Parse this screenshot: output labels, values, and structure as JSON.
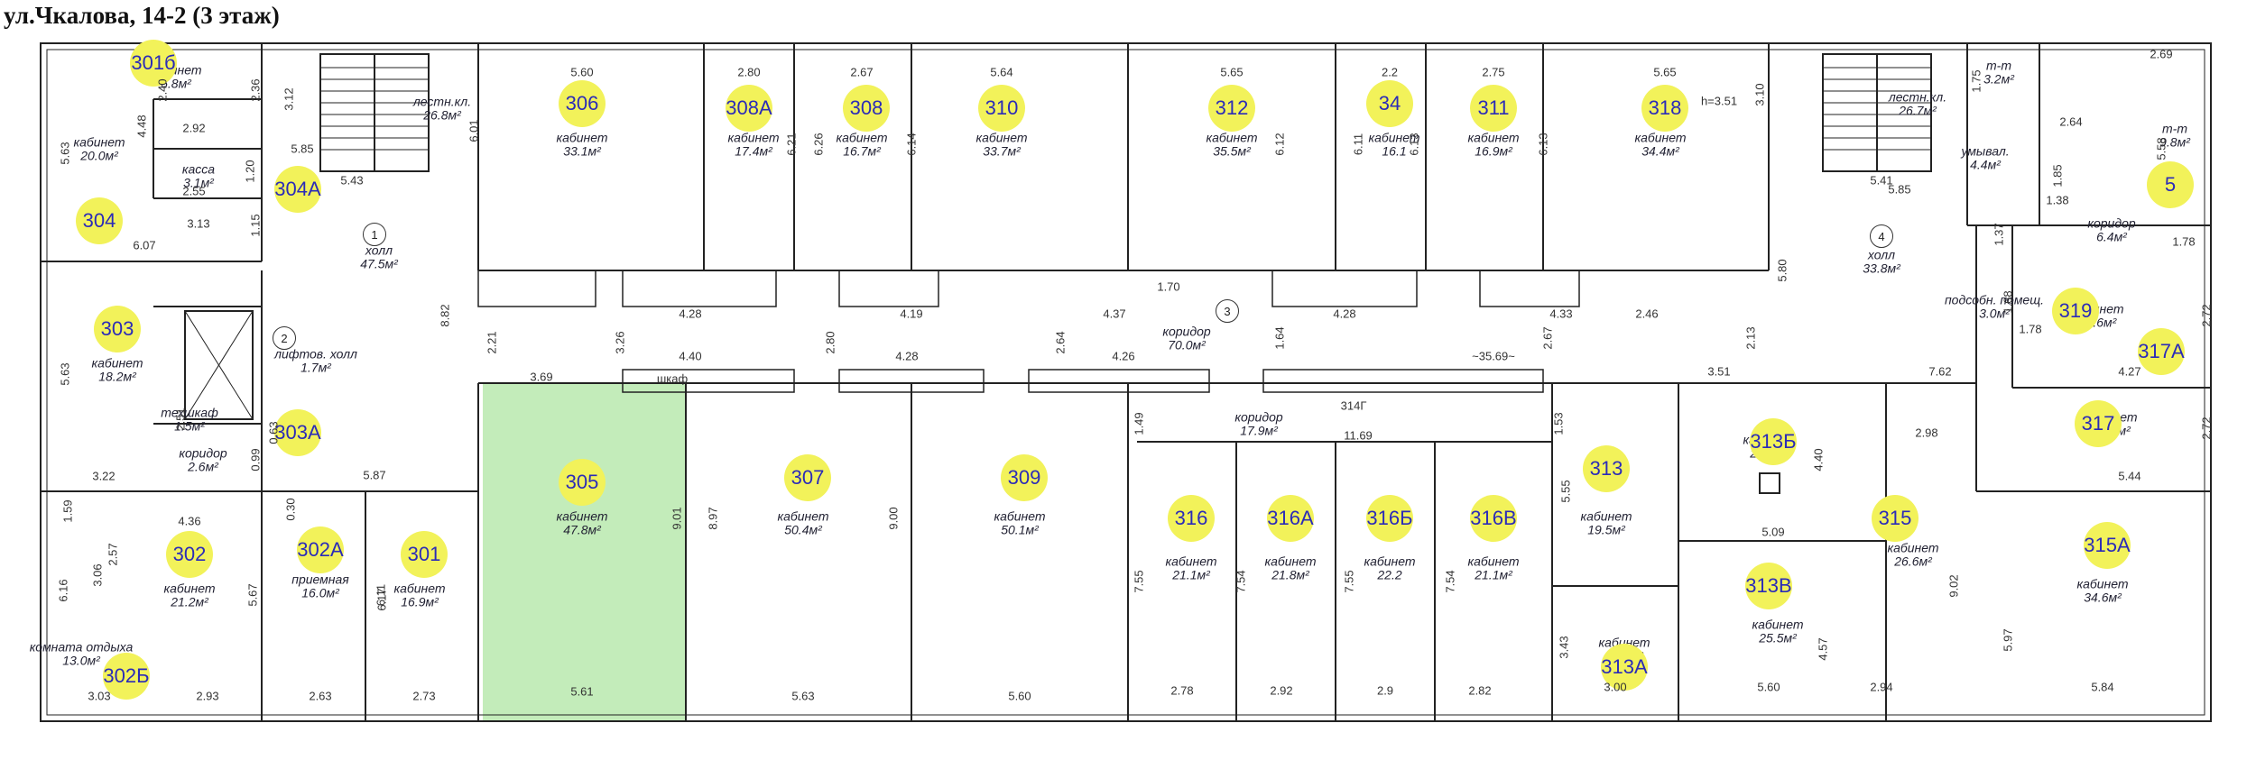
{
  "title": "ул.Чкалова, 14-2 (3 этаж)",
  "rooms": [
    {
      "id": "301b",
      "badge": "301б",
      "name": "кабинет",
      "area": "6.8м²",
      "highlight": false
    },
    {
      "id": "304",
      "badge": "304",
      "name": "кабинет",
      "area": "20.0м²",
      "highlight": false
    },
    {
      "id": "kassa",
      "badge": "",
      "name": "касса",
      "area": "3.1м²",
      "highlight": false
    },
    {
      "id": "304a",
      "badge": "304А",
      "name": "",
      "area": "",
      "highlight": false
    },
    {
      "id": "stair-left",
      "badge": "",
      "name": "лестн.кл.",
      "area": "26.8м²",
      "highlight": false
    },
    {
      "id": "hall1",
      "badge": "",
      "name": "холл",
      "area": "47.5м²",
      "highlight": false
    },
    {
      "id": "306",
      "badge": "306",
      "name": "кабинет",
      "area": "33.1м²",
      "highlight": false
    },
    {
      "id": "308a",
      "badge": "308А",
      "name": "кабинет",
      "area": "17.4м²",
      "highlight": false
    },
    {
      "id": "308",
      "badge": "308",
      "name": "кабинет",
      "area": "16.7м²",
      "highlight": false
    },
    {
      "id": "310",
      "badge": "310",
      "name": "кабинет",
      "area": "33.7м²",
      "highlight": false
    },
    {
      "id": "312",
      "badge": "312",
      "name": "кабинет",
      "area": "35.5м²",
      "highlight": false
    },
    {
      "id": "34",
      "badge": "34",
      "name": "кабинет",
      "area": "16.1",
      "highlight": false
    },
    {
      "id": "311",
      "badge": "311",
      "name": "кабинет",
      "area": "16.9м²",
      "highlight": false
    },
    {
      "id": "318",
      "badge": "318",
      "name": "кабинет",
      "area": "34.4м²",
      "highlight": false
    },
    {
      "id": "stair-right",
      "badge": "",
      "name": "лестн.кл.",
      "area": "26.7м²",
      "highlight": false
    },
    {
      "id": "wc1",
      "badge": "",
      "name": "т-т",
      "area": "3.2м²",
      "highlight": false
    },
    {
      "id": "wc2",
      "badge": "",
      "name": "т-т",
      "area": "9.8м²",
      "highlight": false
    },
    {
      "id": "umyval",
      "badge": "",
      "name": "умывал.",
      "area": "4.4м²",
      "highlight": false
    },
    {
      "id": "5",
      "badge": "5",
      "name": "",
      "area": "",
      "highlight": false
    },
    {
      "id": "hall4",
      "badge": "",
      "name": "холл",
      "area": "33.8м²",
      "highlight": false
    },
    {
      "id": "corr-right",
      "badge": "",
      "name": "коридор",
      "area": "6.4м²",
      "highlight": false
    },
    {
      "id": "podsob",
      "badge": "",
      "name": "подсобн. помещ.",
      "area": "3.0м²",
      "highlight": false
    },
    {
      "id": "319",
      "badge": "319",
      "name": "кабинет",
      "area": "11.6м²",
      "highlight": false
    },
    {
      "id": "317a",
      "badge": "317А",
      "name": "",
      "area": "",
      "highlight": false
    },
    {
      "id": "303",
      "badge": "303",
      "name": "кабинет",
      "area": "18.2м²",
      "highlight": false
    },
    {
      "id": "lift-hall",
      "badge": "",
      "name": "лифтов. холл",
      "area": "1.7м²",
      "highlight": false
    },
    {
      "id": "tehshkaf",
      "badge": "",
      "name": "техшкаф",
      "area": "1.5м²",
      "highlight": false
    },
    {
      "id": "303a",
      "badge": "303А",
      "name": "",
      "area": "",
      "highlight": false
    },
    {
      "id": "corr-small",
      "badge": "",
      "name": "коридор",
      "area": "2.6м²",
      "highlight": false
    },
    {
      "id": "corr3",
      "badge": "",
      "name": "коридор",
      "area": "70.0м²",
      "highlight": false
    },
    {
      "id": "302",
      "badge": "302",
      "name": "кабинет",
      "area": "21.2м²",
      "highlight": false
    },
    {
      "id": "302b",
      "badge": "302Б",
      "name": "комната отдыха",
      "area": "13.0м²",
      "highlight": false
    },
    {
      "id": "302a",
      "badge": "302А",
      "name": "приемная",
      "area": "16.0м²",
      "highlight": false
    },
    {
      "id": "301",
      "badge": "301",
      "name": "кабинет",
      "area": "16.9м²",
      "highlight": false
    },
    {
      "id": "305",
      "badge": "305",
      "name": "кабинет",
      "area": "47.8м²",
      "highlight": true
    },
    {
      "id": "307",
      "badge": "307",
      "name": "кабинет",
      "area": "50.4м²",
      "highlight": false
    },
    {
      "id": "309",
      "badge": "309",
      "name": "кабинет",
      "area": "50.1м²",
      "highlight": false
    },
    {
      "id": "corr-mid",
      "badge": "",
      "name": "коридор",
      "area": "17.9м²",
      "highlight": false
    },
    {
      "id": "316",
      "badge": "316",
      "name": "кабинет",
      "area": "21.1м²",
      "highlight": false
    },
    {
      "id": "316a",
      "badge": "316А",
      "name": "кабинет",
      "area": "21.8м²",
      "highlight": false
    },
    {
      "id": "316b",
      "badge": "316Б",
      "name": "кабинет",
      "area": "22.2",
      "highlight": false
    },
    {
      "id": "316v",
      "badge": "316В",
      "name": "кабинет",
      "area": "21.1м²",
      "highlight": false
    },
    {
      "id": "313",
      "badge": "313",
      "name": "кабинет",
      "area": "19.5м²",
      "highlight": false
    },
    {
      "id": "313b",
      "badge": "313Б",
      "name": "кабинет",
      "area": "22.1м²",
      "highlight": false
    },
    {
      "id": "313v",
      "badge": "313В",
      "name": "кабинет",
      "area": "25.5м²",
      "highlight": false
    },
    {
      "id": "313a",
      "badge": "313А",
      "name": "кабинет",
      "area": "10.3м²",
      "highlight": false
    },
    {
      "id": "317",
      "badge": "317",
      "name": "кабинет",
      "area": "14.8м²",
      "highlight": false
    },
    {
      "id": "315",
      "badge": "315",
      "name": "кабинет",
      "area": "26.6м²",
      "highlight": false
    },
    {
      "id": "315a",
      "badge": "315А",
      "name": "кабинет",
      "area": "34.6м²",
      "highlight": false
    }
  ],
  "zone_numbers": [
    "1",
    "2",
    "3",
    "4"
  ],
  "extra_labels": [
    "314Г",
    "h=3.51",
    "шкаф"
  ],
  "dimensions": {
    "horizontal": [
      "5.60",
      "2.80",
      "2.67",
      "5.64",
      "5.65",
      "2.2",
      "2.75",
      "5.65",
      "2.69",
      "2.92",
      "2.55",
      "3.13",
      "6.07",
      "5.85",
      "5.43",
      "4.28",
      "4.19",
      "4.37",
      "1.70",
      "4.28",
      "4.33",
      "2.46",
      "5.85",
      "5.41",
      "1.78",
      "4.40",
      "4.28",
      "4.26",
      "~35.69~",
      "3.69",
      "3.51",
      "7.62",
      "4.27",
      "3.22",
      "5.87",
      "4.36",
      "2.98",
      "5.44",
      "11.69",
      "5.09",
      "3.03",
      "2.93",
      "2.63",
      "2.73",
      "5.61",
      "5.63",
      "5.60",
      "2.78",
      "2.92",
      "2.9",
      "2.82",
      "3.00",
      "5.60",
      "2.94",
      "5.84",
      "2.64",
      "1.38",
      "1.78"
    ],
    "vertical": [
      "2.40",
      "4.48",
      "2.36",
      "3.12",
      "5.63",
      "6.01",
      "6.21",
      "6.26",
      "6.14",
      "6.12",
      "6.11",
      "6.13",
      "6.13",
      "3.10",
      "1.75",
      "5.58",
      "1.85",
      "1.37",
      "1.20",
      "1.15",
      "8.82",
      "2.21",
      "3.26",
      "2.80",
      "2.64",
      "1.64",
      "2.67",
      "2.13",
      "5.80",
      "1.68",
      "2.72",
      "5.63",
      "2.51",
      "0.99",
      "0.63",
      "9.01",
      "8.97",
      "9.00",
      "1.49",
      "1.53",
      "5.55",
      "4.40",
      "2.72",
      "6.16",
      "3.06",
      "2.57",
      "5.67",
      "6.11",
      "6.17",
      "7.55",
      "7.54",
      "7.55",
      "7.54",
      "3.43",
      "4.57",
      "9.02",
      "5.97",
      "1.59",
      "0.30"
    ]
  }
}
